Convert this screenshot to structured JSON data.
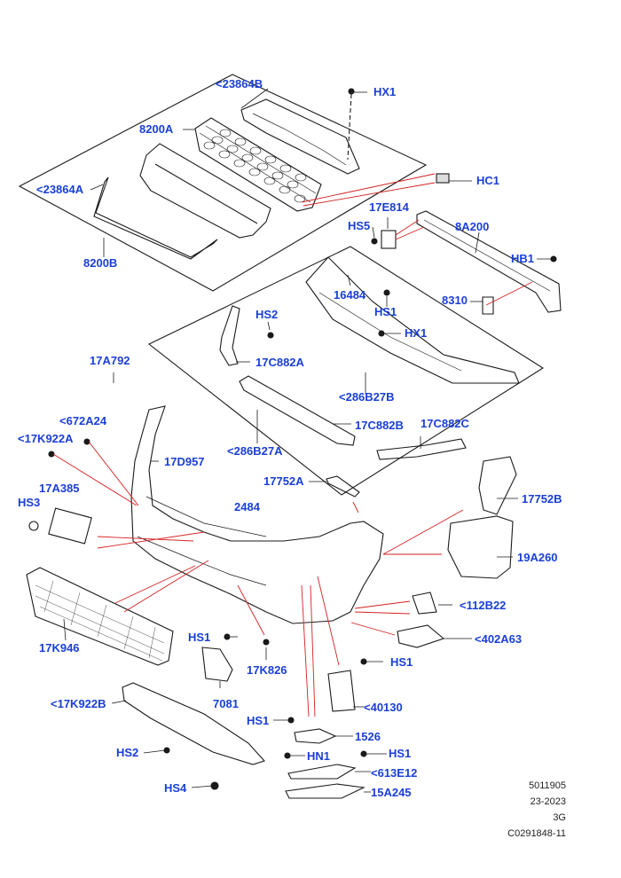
{
  "callouts": {
    "c23864B_top": "<23864B",
    "HX1_top": "HX1",
    "c8200A": "8200A",
    "c23864A": "<23864A",
    "HC1": "HC1",
    "c17E814": "17E814",
    "HS5": "HS5",
    "c8A200": "8A200",
    "c8200B": "8200B",
    "HB1": "HB1",
    "c16484": "16484",
    "c8310": "8310",
    "HS1_mid": "HS1",
    "HS2_mid": "HS2",
    "HX1_mid": "HX1",
    "c17C882A": "17C882A",
    "c17A792": "17A792",
    "c286B27B": "<286B27B",
    "c672A24": "<672A24",
    "c17K922A": "<17K922A",
    "c17C882B": "17C882B",
    "c17C882C": "17C882C",
    "c17D957": "17D957",
    "c286B27A": "<286B27A",
    "c17752A": "17752A",
    "c17A385": "17A385",
    "HS3": "HS3",
    "c2484": "2484",
    "c17752B": "17752B",
    "c19A260": "19A260",
    "c112B22": "<112B22",
    "c17K946": "17K946",
    "HS1_low": "HS1",
    "c17K826": "17K826",
    "c402A63": "<402A63",
    "HS1_right": "HS1",
    "c7081": "7081",
    "c17K922B": "<17K922B",
    "c40130": "<40130",
    "HS1_bottom": "HS1",
    "c1526": "1526",
    "HS2_low": "HS2",
    "HN1": "HN1",
    "HS1_last": "HS1",
    "c613E12": "<613E12",
    "HS4": "HS4",
    "c15A245": "15A245"
  },
  "footer": {
    "line1": "5011905",
    "line2": "23-2023",
    "line3": "3G",
    "line4": "C0291848-11"
  },
  "colors": {
    "label": "#1a3fd6",
    "leader": "#d42020",
    "outline": "#1a1a1a"
  }
}
